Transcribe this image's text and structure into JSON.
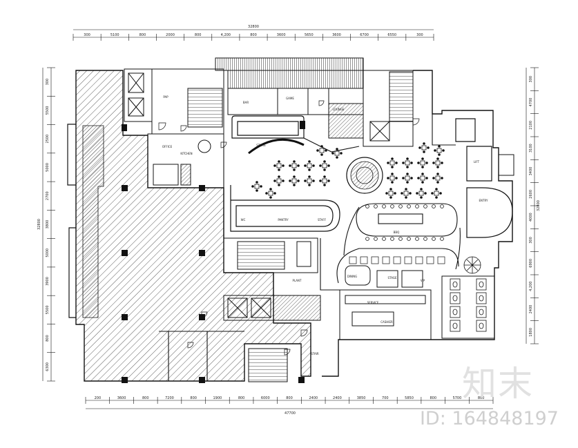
{
  "top_dims": {
    "total": "32800",
    "segments": [
      "300",
      "5100",
      "800",
      "2000",
      "800",
      "4,200",
      "800",
      "3600",
      "5650",
      "3600",
      "6700",
      "6550",
      "300"
    ]
  },
  "bottom_dims": {
    "total": "47700",
    "segments": [
      "200",
      "3600",
      "800",
      "7200",
      "800",
      "1900",
      "800",
      "6000",
      "800",
      "2400",
      "2400",
      "3850",
      "700",
      "5850",
      "800",
      "5700",
      "800"
    ]
  },
  "left_dims": {
    "total": "32800",
    "segments": [
      "300",
      "5500",
      "2500",
      "5000",
      "2700",
      "3800",
      "5000",
      "3900",
      "5500",
      "800",
      "6300"
    ]
  },
  "right_dims": {
    "total": "32800",
    "segments": [
      "300",
      "4700",
      "2100",
      "3100",
      "3400",
      "2600",
      "4000",
      "300",
      "6900",
      "4,200",
      "2400",
      "1800"
    ]
  },
  "room_labels": [
    "PAP",
    "BAR",
    "GAME",
    "LOUNGE",
    "OFFICE",
    "KITCHEN",
    "STORE",
    "WC",
    "PANTRY",
    "STAFF",
    "BBQ",
    "DINING",
    "STAGE",
    "VIP",
    "SERVICE",
    "CASHIER",
    "ENTRY",
    "LIFT",
    "PLANT",
    "STAIR"
  ],
  "watermark": {
    "logo": "知末",
    "id": "ID: 164848197"
  },
  "colors": {
    "line": "#111111",
    "hatch": "#333333",
    "watermark": "#d6d6d6"
  }
}
